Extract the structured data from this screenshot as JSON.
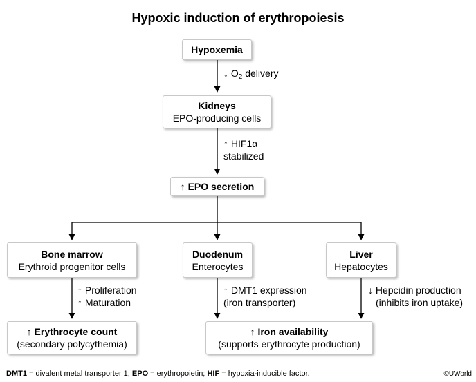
{
  "title": "Hypoxic induction of erythropoiesis",
  "boxes": {
    "hypoxemia": {
      "title": "Hypoxemia"
    },
    "kidneys": {
      "title": "Kidneys",
      "subtitle": "EPO-producing cells"
    },
    "epo_secretion": {
      "title": "↑ EPO secretion"
    },
    "bone_marrow": {
      "title": "Bone marrow",
      "subtitle": "Erythroid progenitor cells"
    },
    "duodenum": {
      "title": "Duodenum",
      "subtitle": "Enterocytes"
    },
    "liver": {
      "title": "Liver",
      "subtitle": "Hepatocytes"
    },
    "erythrocyte_count": {
      "title": "↑ Erythrocyte count",
      "subtitle": "(secondary polycythemia)"
    },
    "iron_availability": {
      "title": "↑ Iron availability",
      "subtitle": "(supports erythrocyte production)"
    }
  },
  "labels": {
    "o2_delivery": {
      "arrow": "↓",
      "o": "O",
      "sub": "2",
      "rest": "delivery"
    },
    "hif": {
      "line1": "↑ HIF1α",
      "line2": "stabilized"
    },
    "proliferation": {
      "line1": "↑ Proliferation",
      "line2": "↑ Maturation"
    },
    "dmt1": {
      "line1": "↑ DMT1 expression",
      "line2": "(iron transporter)"
    },
    "hepcidin": {
      "line1": "↓ Hepcidin production",
      "line2": "(inhibits iron uptake)"
    }
  },
  "footnote": {
    "t1": "DMT1",
    "d1": " = divalent metal transporter 1; ",
    "t2": "EPO",
    "d2": " = erythropoietin; ",
    "t3": "HIF",
    "d3": " = hypoxia-inducible factor."
  },
  "copyright": "©UWorld"
}
